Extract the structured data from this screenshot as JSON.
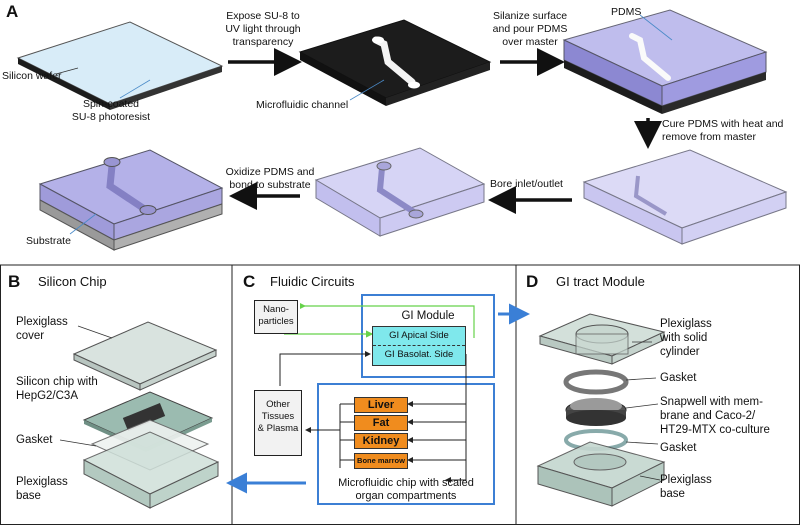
{
  "panelA": {
    "letter": "A",
    "silicon_wafer": "Silicon wafer",
    "spin_coated": "Spin-coated",
    "su8_photoresist": "SU-8 photoresist",
    "step1_line1": "Expose SU-8 to",
    "step1_line2": "UV light through",
    "step1_line3": "transparency",
    "microfluidic_channel": "Microfluidic channel",
    "step2_line1": "Silanize surface",
    "step2_line2": "and pour PDMS",
    "step2_line3": "over master",
    "pdms": "PDMS",
    "step3_line1": "Cure PDMS with heat and",
    "step3_line2": "remove from master",
    "bore": "Bore inlet/outlet",
    "oxidize_line1": "Oxidize PDMS and",
    "oxidize_line2": "bond to substrate",
    "substrate": "Substrate"
  },
  "panelB": {
    "letter": "B",
    "title": "Silicon Chip",
    "cover1": "Plexiglass",
    "cover2": "cover",
    "chip1": "Silicon chip with",
    "chip2": "HepG2/C3A",
    "gasket": "Gasket",
    "base1": "Plexiglass",
    "base2": "base"
  },
  "panelC": {
    "letter": "C",
    "title": "Fluidic Circuits",
    "nano1": "Nano-",
    "nano2": "particles",
    "gi_module": "GI Module",
    "gi_apical": "GI Apical Side",
    "gi_basolat": "GI Basolat. Side",
    "other1": "Other",
    "other2": "Tissues",
    "other3": "& Plasma",
    "liver": "Liver",
    "fat": "Fat",
    "kidney": "Kidney",
    "bone_marrow": "Bone marrow",
    "chip1": "Microfluidic chip with scaled",
    "chip2": "organ compartments"
  },
  "panelD": {
    "letter": "D",
    "title": "GI tract Module",
    "plexi1": "Plexiglass",
    "plexi2": "with solid",
    "plexi3": "cylinder",
    "gasket1": "Gasket",
    "snap1": "Snapwell with mem-",
    "snap2": "brane and Caco-2/",
    "snap3": "HT29-MTX co-culture",
    "gasket2": "Gasket",
    "base1": "Plexiglass",
    "base2": "base"
  },
  "colors": {
    "pdms": "#b9b6ec",
    "wafer": "#1c1c1c",
    "su8": "#d8ecf8",
    "organ": "#f08c1e",
    "gi": "#7fe8ec",
    "blue_frame": "#3c7fd4",
    "green": "#66d24a"
  }
}
